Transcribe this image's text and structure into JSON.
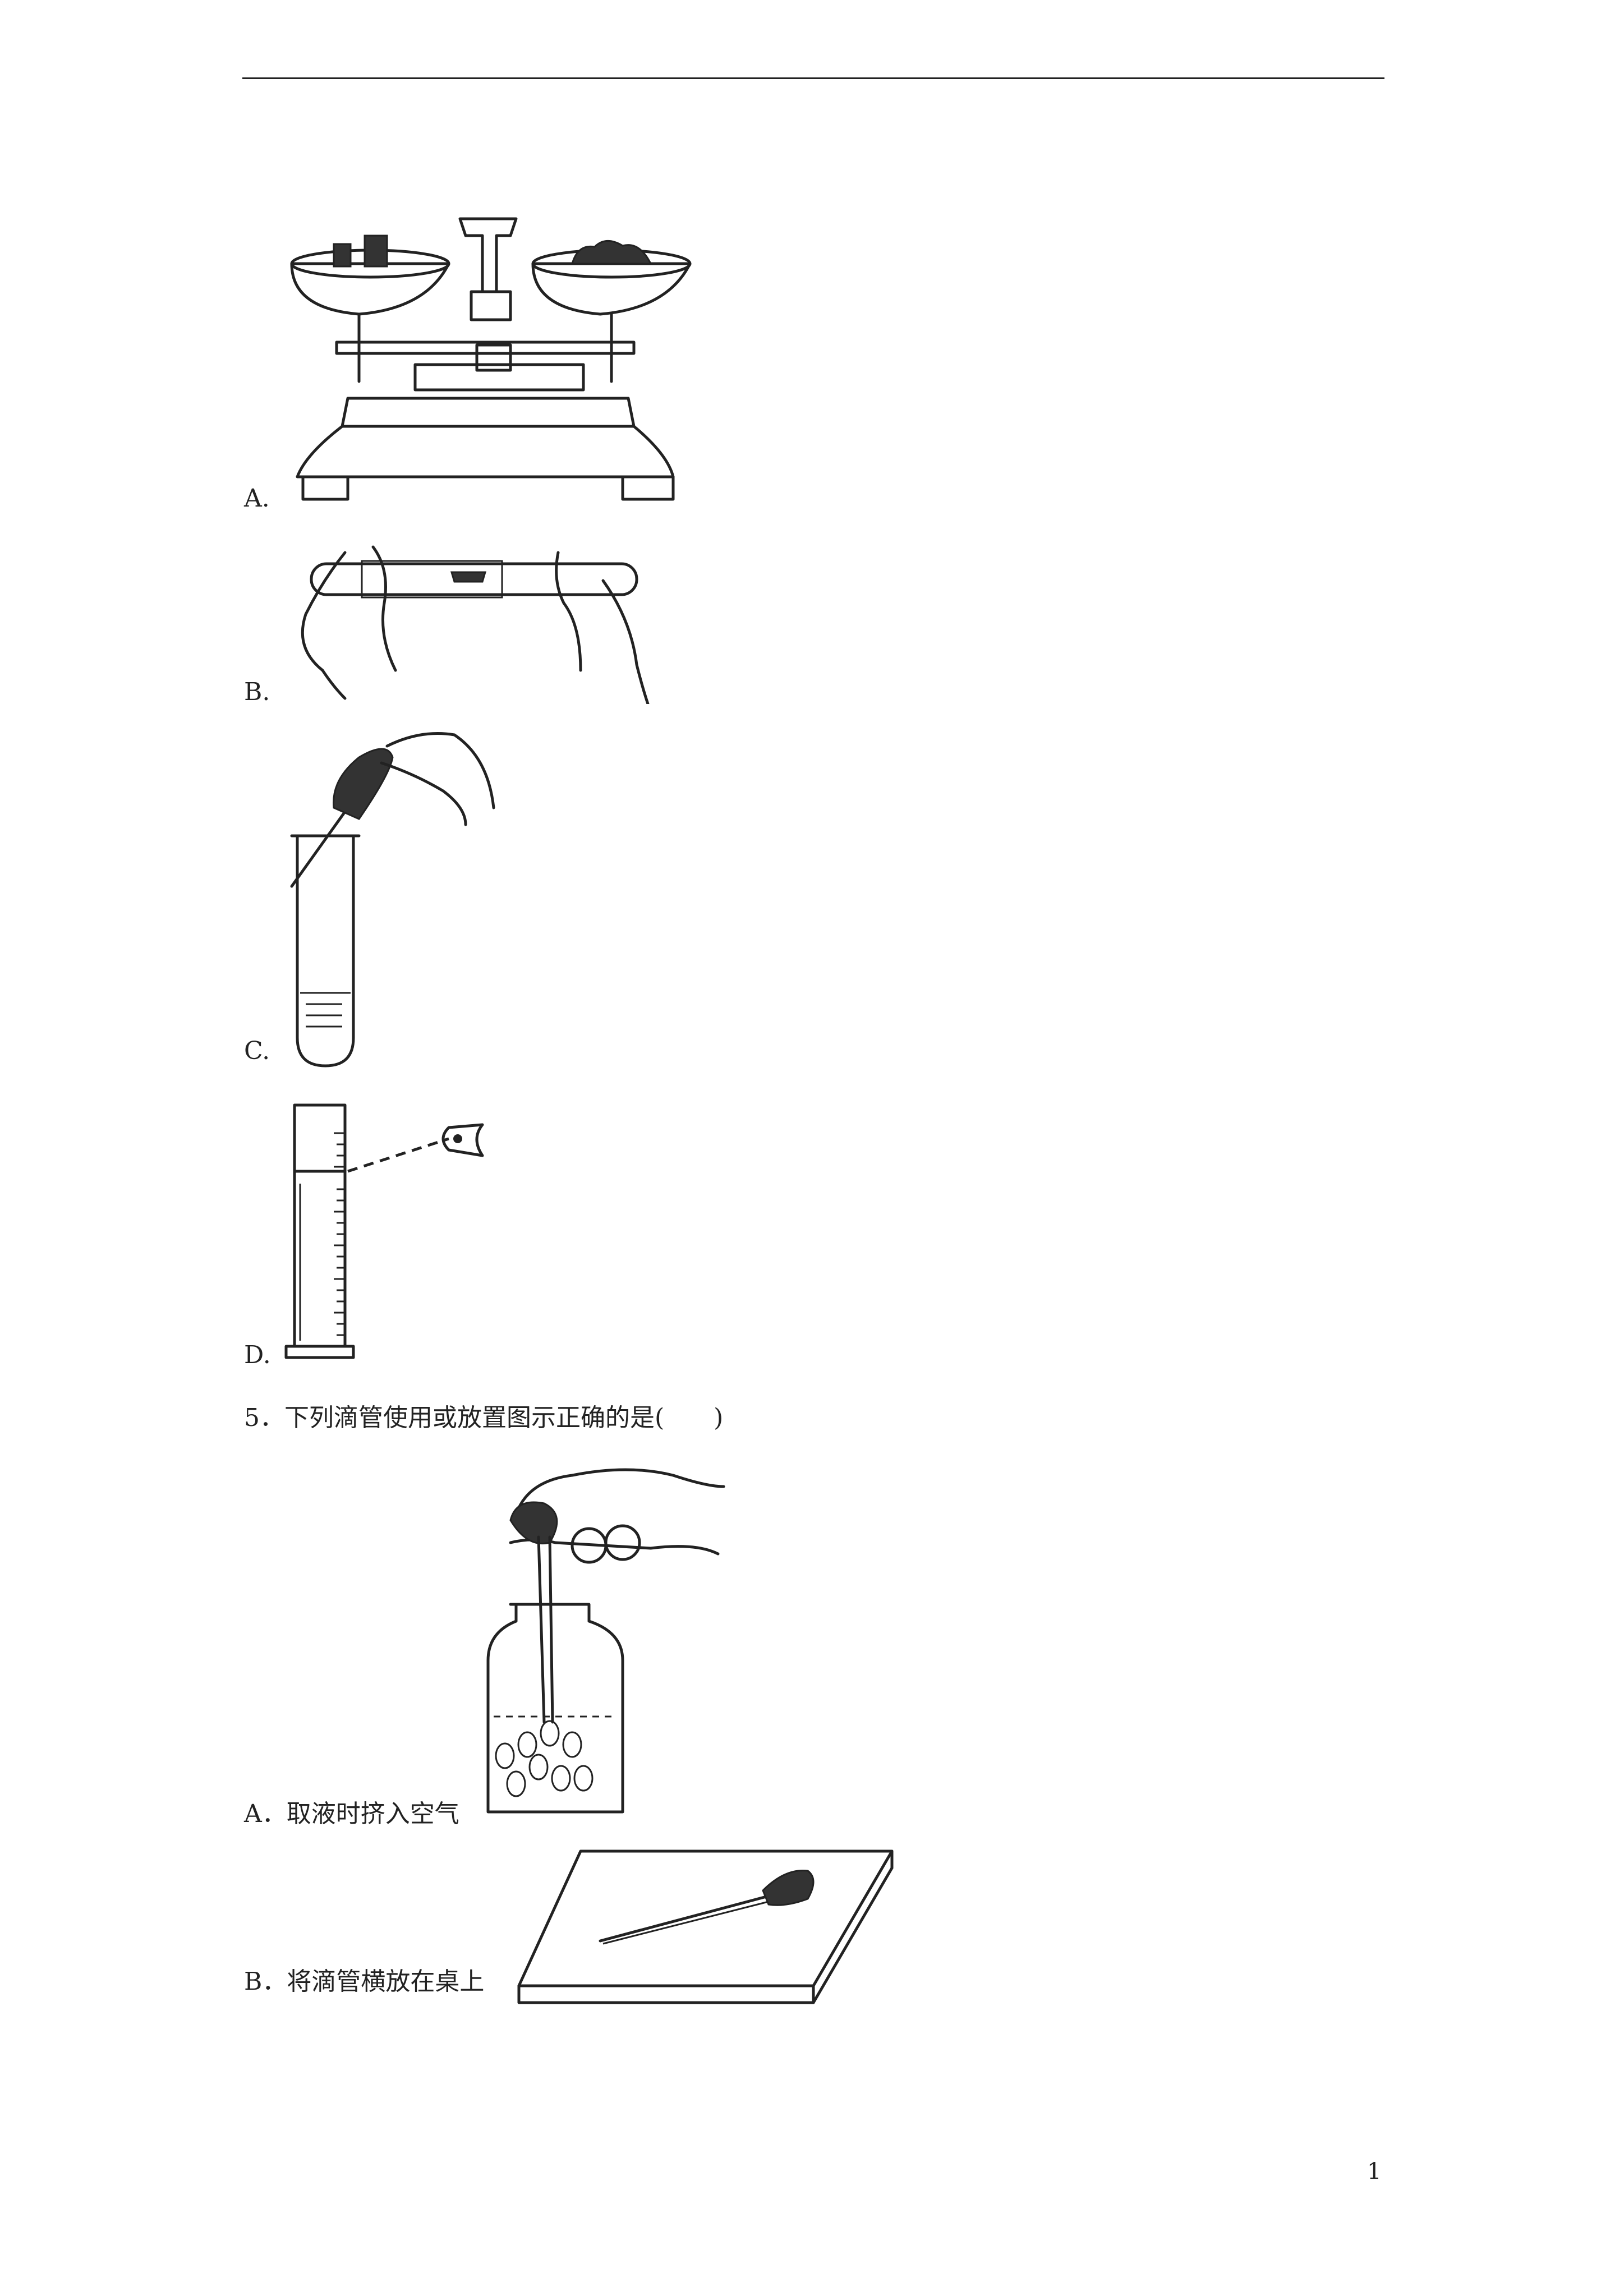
{
  "page": {
    "number": "1"
  },
  "q4_options": [
    {
      "label": "A."
    },
    {
      "label": "B."
    },
    {
      "label": "C."
    },
    {
      "label": "D."
    }
  ],
  "q5": {
    "stem": "5．下列滴管使用或放置图示正确的是(　　)",
    "options": [
      {
        "label": "A．取液时挤入空气"
      },
      {
        "label": "B．将滴管横放在桌上"
      }
    ]
  },
  "figures": {
    "q4a": "balance-scale-weighing",
    "q4b": "holding-test-tube",
    "q4c": "dropper-into-test-tube",
    "q4d": "reading-graduated-cylinder",
    "q5a": "dropper-in-reagent-bottle",
    "q5b": "dropper-lying-on-table"
  }
}
